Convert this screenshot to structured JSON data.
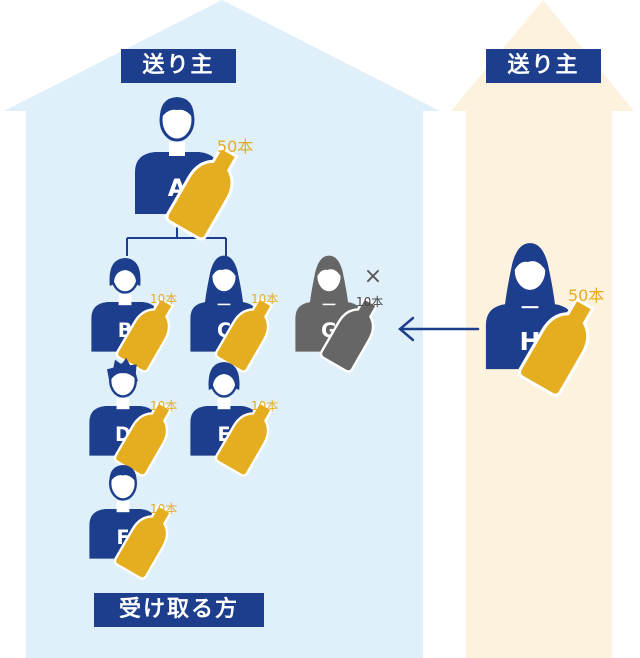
{
  "labels": {
    "sender_left": "送り主",
    "sender_right": "送り主",
    "receivers": "受け取る方"
  },
  "people": [
    {
      "id": "A",
      "letter": "A",
      "count": "50本"
    },
    {
      "id": "B",
      "letter": "B",
      "count": "10本"
    },
    {
      "id": "C",
      "letter": "C",
      "count": "10本"
    },
    {
      "id": "D",
      "letter": "D",
      "count": "10本"
    },
    {
      "id": "E",
      "letter": "E",
      "count": "10本"
    },
    {
      "id": "F",
      "letter": "F",
      "count": "10本"
    },
    {
      "id": "G",
      "letter": "G",
      "count": "10本",
      "cross": "×"
    },
    {
      "id": "H",
      "letter": "H",
      "count": "50本"
    }
  ],
  "colors": {
    "navy": "#1c3e8c",
    "gold": "#e5ad20",
    "gray": "#666666",
    "house_left": "#dff0fa",
    "house_right": "#fcf2dd",
    "arrow": "#1c3e8c"
  },
  "icons": {
    "person": "person-icon",
    "bottle": "bottle-icon",
    "arrow": "arrow-left-icon",
    "cross": "cross-icon"
  }
}
